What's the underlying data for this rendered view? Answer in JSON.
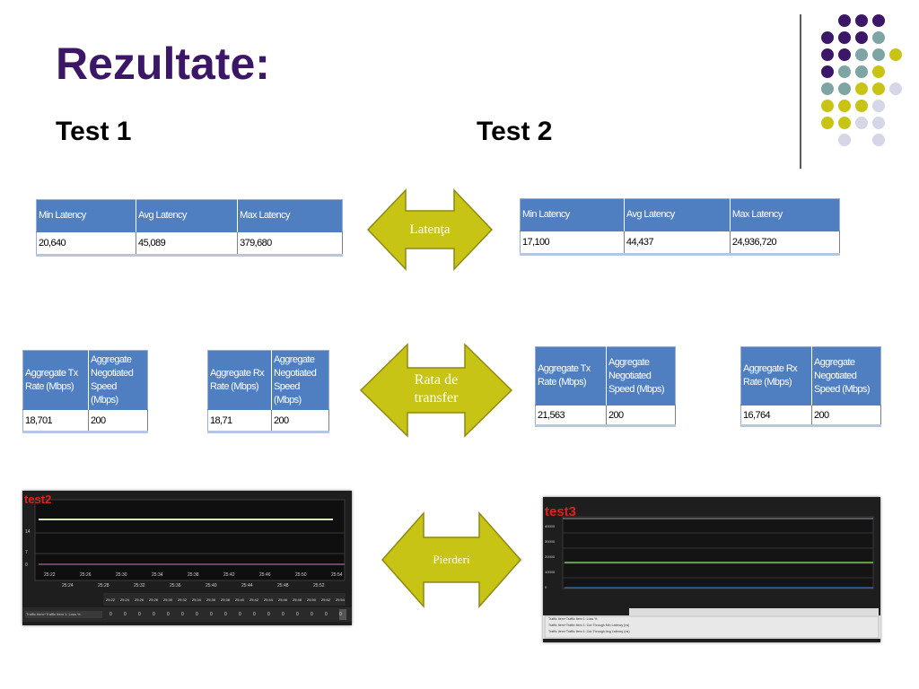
{
  "slide": {
    "title": "Rezultate:",
    "test1_label": "Test 1",
    "test2_label": "Test 2"
  },
  "colors": {
    "title": "#3c1768",
    "table_header": "#4f7fc1",
    "arrow_fill": "#c8c415",
    "dot_purple": "#3c1768",
    "dot_teal": "#7ea5a3",
    "dot_yellow": "#c8c415",
    "dot_lavender": "#d5d6e6"
  },
  "arrows": {
    "latency": "Latenţa",
    "rate_line1": "Rata de",
    "rate_line2": "transfer",
    "loss": "Pierderi"
  },
  "latency_tables": {
    "headers": [
      "Min Latency",
      "Avg Latency",
      "Max Latency"
    ],
    "test1": [
      "20,640",
      "45,089",
      "379,680"
    ],
    "test2": [
      "17,100",
      "44,437",
      "24,936,720"
    ]
  },
  "rate_tables": {
    "tx_headers": [
      "Aggregate Tx Rate (Mbps)",
      "Aggregate Negotiated Speed (Mbps)"
    ],
    "rx_headers": [
      "Aggregate Rx Rate (Mbps)",
      "Aggregate Negotiated Speed (Mbps)"
    ],
    "test1_tx": [
      "18,701",
      "200"
    ],
    "test1_rx": [
      "18,71",
      "200"
    ],
    "test2_tx": [
      "21,563",
      "200"
    ],
    "test2_rx": [
      "16,764",
      "200"
    ]
  },
  "graph1": {
    "label": "test2",
    "y_ticks": [
      "14",
      "7",
      "0"
    ],
    "x_ticks_top": [
      "25:22",
      "25:26",
      "25:30",
      "25:34",
      "25:38",
      "25:42",
      "25:46",
      "25:50",
      "25:54"
    ],
    "x_ticks_bottom": [
      "25:24",
      "25:28",
      "25:32",
      "25:36",
      "25:40",
      "25:44",
      "25:48",
      "25:52"
    ],
    "times": [
      "25:22",
      "25:24",
      "25:26",
      "25:28",
      "25:30",
      "25:32",
      "25:34",
      "25:36",
      "25:38",
      "25:40",
      "25:42",
      "25:44",
      "25:46",
      "25:48",
      "25:50",
      "25:52",
      "25:54"
    ],
    "legend": "Traffic Item+Traffic Item 1: Loss %",
    "values": [
      "0",
      "0",
      "0",
      "0",
      "0",
      "0",
      "0",
      "0",
      "0",
      "0",
      "0",
      "0",
      "0",
      "0",
      "0",
      "0",
      "0"
    ]
  },
  "graph2": {
    "label": "test3",
    "y_ticks": [
      "40000",
      "30000",
      "20000",
      "10000",
      "0"
    ],
    "legend_rows": [
      "Traffic Item+Traffic Item 1: Loss %",
      "Traffic Item+Traffic Item 1: Cut-Through Min Latency (ns)",
      "Traffic Item+Traffic Item 1: Cut-Through Avg Latency (ns)"
    ]
  }
}
